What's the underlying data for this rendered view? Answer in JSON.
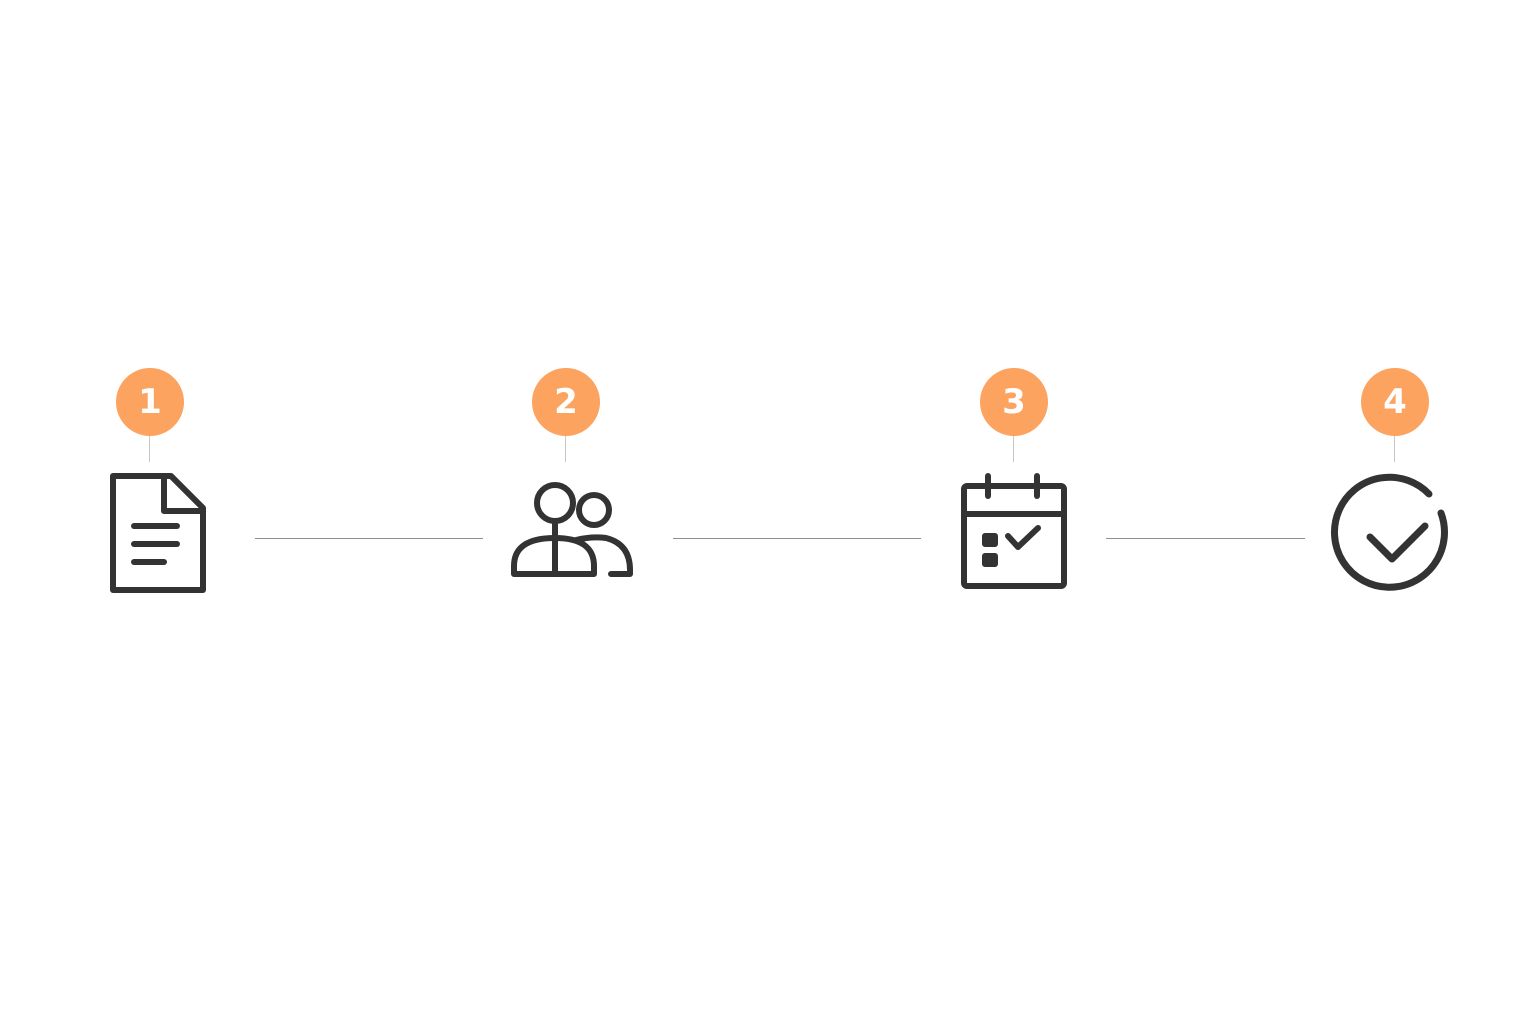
{
  "accent_color": "#fba35f",
  "icon_color": "#333333",
  "connector_color": "#8f8f8f",
  "steps": [
    {
      "number": "1",
      "icon": "document-icon"
    },
    {
      "number": "2",
      "icon": "people-icon"
    },
    {
      "number": "3",
      "icon": "calendar-check-icon"
    },
    {
      "number": "4",
      "icon": "check-circle-icon"
    }
  ]
}
